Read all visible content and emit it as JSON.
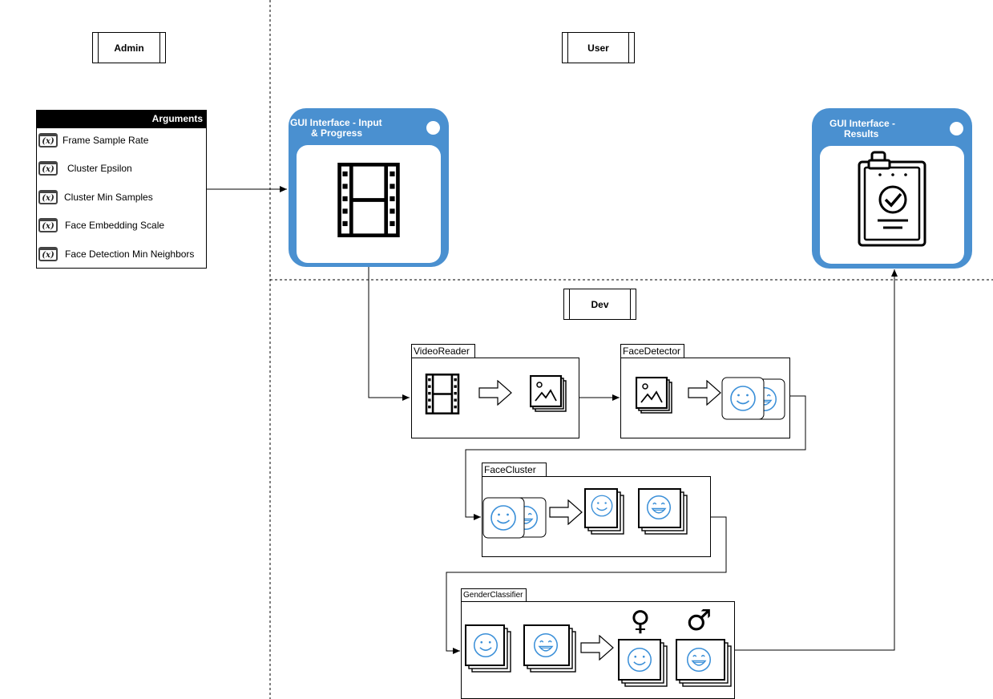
{
  "roles": {
    "admin": "Admin",
    "user": "User",
    "dev": "Dev"
  },
  "arguments": {
    "title": "Arguments",
    "items": [
      "Frame Sample Rate",
      "Cluster Epsilon",
      "Cluster Min Samples",
      "Face Embedding Scale",
      "Face Detection Min Neighbors"
    ]
  },
  "gui_input": {
    "title_line1": "GUI Interface - Input",
    "title_line2": "& Progress",
    "icon": "film-strip-icon"
  },
  "gui_results": {
    "title_line1": "GUI Interface -",
    "title_line2": "Results",
    "icon": "clipboard-check-icon"
  },
  "modules": {
    "video_reader": "VideoReader",
    "face_detector": "FaceDetector",
    "face_cluster": "FaceCluster",
    "gender_classifier": "GenderClassifier"
  },
  "gender_symbols": {
    "female": "♀",
    "male": "♂"
  },
  "colors": {
    "gui_blue": "#4a90d0",
    "face_blue": "#3a8fd8"
  }
}
